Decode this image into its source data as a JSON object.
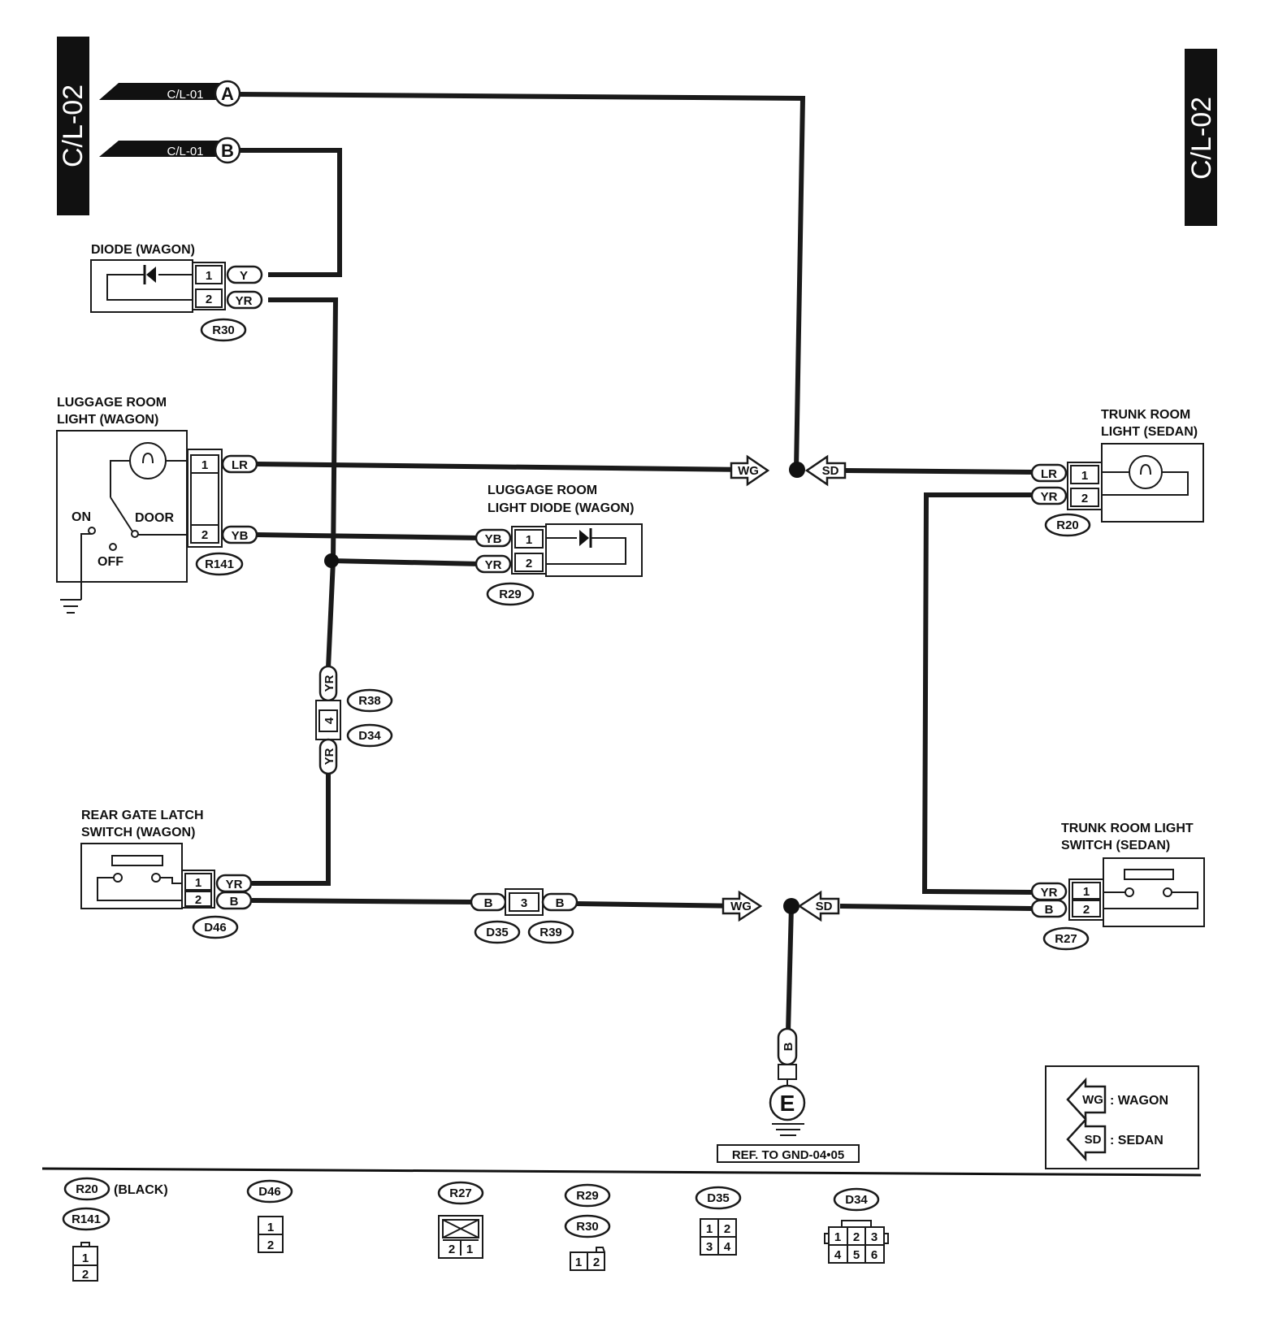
{
  "side_tabs": {
    "left": "C/L-02",
    "right": "C/L-02"
  },
  "refs": {
    "a": {
      "from": "C/L-01",
      "letter": "A"
    },
    "b": {
      "from": "C/L-01",
      "letter": "B"
    }
  },
  "components": {
    "diode": {
      "title": "DIODE (WAGON)",
      "conn": "R30",
      "pins": [
        "1",
        "2"
      ],
      "wires": [
        "Y",
        "YR"
      ]
    },
    "luggage_light": {
      "title1": "LUGGAGE ROOM",
      "title2": "LIGHT (WAGON)",
      "conn": "R141",
      "pins": [
        "1",
        "2"
      ],
      "wires": [
        "LR",
        "YB"
      ],
      "on": "ON",
      "off": "OFF",
      "door": "DOOR"
    },
    "luggage_diode": {
      "title1": "LUGGAGE ROOM",
      "title2": "LIGHT DIODE (WAGON)",
      "conn": "R29",
      "pins": [
        "1",
        "2"
      ],
      "wires": [
        "YB",
        "YR"
      ]
    },
    "trunk_light": {
      "title1": "TRUNK ROOM",
      "title2": "LIGHT (SEDAN)",
      "conn": "R20",
      "pins": [
        "1",
        "2"
      ],
      "wires": [
        "LR",
        "YR"
      ]
    },
    "trunk_switch": {
      "title1": "TRUNK ROOM LIGHT",
      "title2": "SWITCH (SEDAN)",
      "conn": "R27",
      "pins": [
        "1",
        "2"
      ],
      "wires": [
        "YR",
        "B"
      ]
    },
    "rear_gate": {
      "title1": "REAR GATE LATCH",
      "title2": "SWITCH (WAGON)",
      "conn": "D46",
      "pins": [
        "1",
        "2"
      ],
      "wires": [
        "YR",
        "B"
      ]
    },
    "inline_vertical": {
      "pin": "4",
      "wire_top": "YR",
      "wire_bottom": "YR",
      "conn1": "R38",
      "conn2": "D34"
    },
    "inline_horizontal": {
      "pin": "3",
      "wire_left": "B",
      "wire_right": "B",
      "conn1": "D35",
      "conn2": "R39"
    },
    "ground": {
      "wire": "B",
      "letter": "E",
      "ref": "REF. TO GND-04•05"
    }
  },
  "junction_tags": {
    "wg": "WG",
    "sd": "SD"
  },
  "legend": [
    {
      "tag": "WG",
      "text": ": WAGON"
    },
    {
      "tag": "SD",
      "text": ": SEDAN"
    }
  ],
  "connector_key": {
    "r20": "R20",
    "r20_color": "(BLACK)",
    "r141": "R141",
    "d46": "D46",
    "r27": "R27",
    "r29": "R29",
    "r30": "R30",
    "d35": "D35",
    "d34": "D34",
    "pins": {
      "p1": "1",
      "p2": "2",
      "p3": "3",
      "p4": "4",
      "p5": "5",
      "p6": "6"
    }
  }
}
